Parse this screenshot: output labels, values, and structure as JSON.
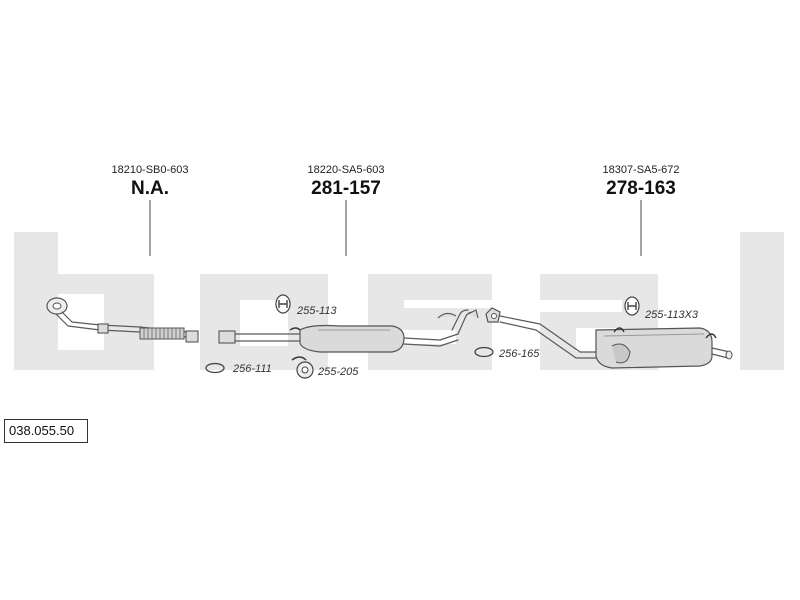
{
  "watermark": "bosal",
  "catalog_number": "038.055.50",
  "sections": [
    {
      "oem": "18210-SB0-603",
      "part": "N.A."
    },
    {
      "oem": "18220-SA5-603",
      "part": "281-157"
    },
    {
      "oem": "18307-SA5-672",
      "part": "278-163"
    }
  ],
  "accessories": [
    {
      "code": "255-113",
      "icon": "hanger-icon"
    },
    {
      "code": "256-111",
      "icon": "gasket-ring-icon"
    },
    {
      "code": "255-205",
      "icon": "rubber-mount-icon"
    },
    {
      "code": "256-165",
      "icon": "gasket-ring-icon"
    },
    {
      "code": "255-113X3",
      "icon": "hanger-icon"
    }
  ]
}
